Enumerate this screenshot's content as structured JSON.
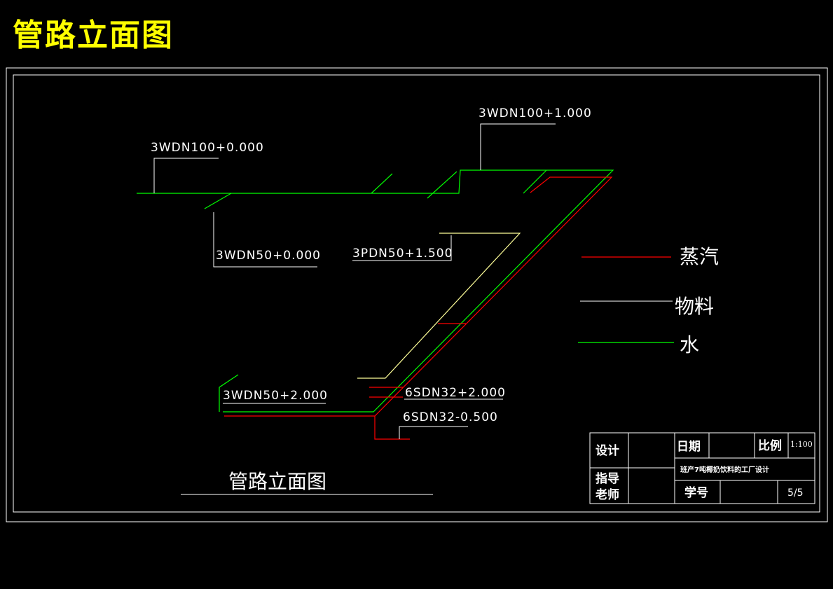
{
  "page_title": "管路立面图",
  "colors": {
    "background": "#000000",
    "title": "#ffff00",
    "water": "#00ff00",
    "steam": "#ff0000",
    "material": "#ffff99",
    "frame": "#ffffff"
  },
  "pipe_labels": {
    "top_left": "3WDN100+0.000",
    "top_right": "3WDN100+1.000",
    "mid_left": "3WDN50+0.000",
    "mid_center": "3PDN50+1.500",
    "bottom_left": "3WDN50+2.000",
    "bottom_right_1": "6SDN32+2.000",
    "bottom_right_2": "6SDN32-0.500"
  },
  "legend": {
    "steam": "蒸汽",
    "material": "物料",
    "water": "水"
  },
  "drawing_caption": "管路立面图",
  "title_block": {
    "design": "设计",
    "date": "日期",
    "scale_label": "比例",
    "scale_value": "1:100",
    "advisor_line1": "指导",
    "advisor_line2": "老师",
    "project": "班产7吨椰奶饮料的工厂设计",
    "student_no": "学号",
    "page": "5/5"
  }
}
